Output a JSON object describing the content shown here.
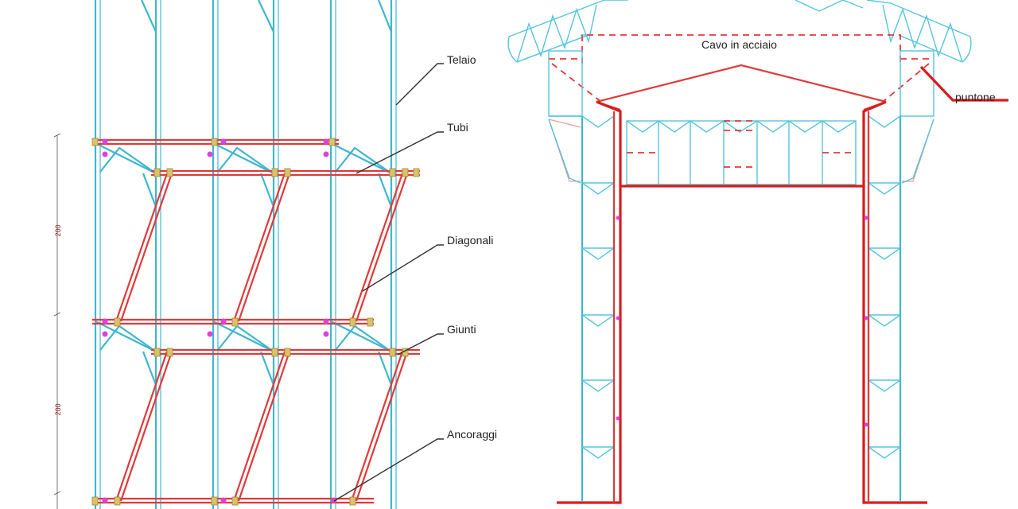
{
  "left_view": {
    "labels": {
      "telaio": "Telaio",
      "tubi": "Tubi",
      "diagonali": "Diagonali",
      "giunti": "Giunti",
      "ancoraggi": "Ancoraggi"
    },
    "dimensions": [
      "200",
      "200"
    ]
  },
  "right_view": {
    "labels": {
      "cavo": "Cavo in acciaio",
      "puntone": "puntone"
    }
  }
}
